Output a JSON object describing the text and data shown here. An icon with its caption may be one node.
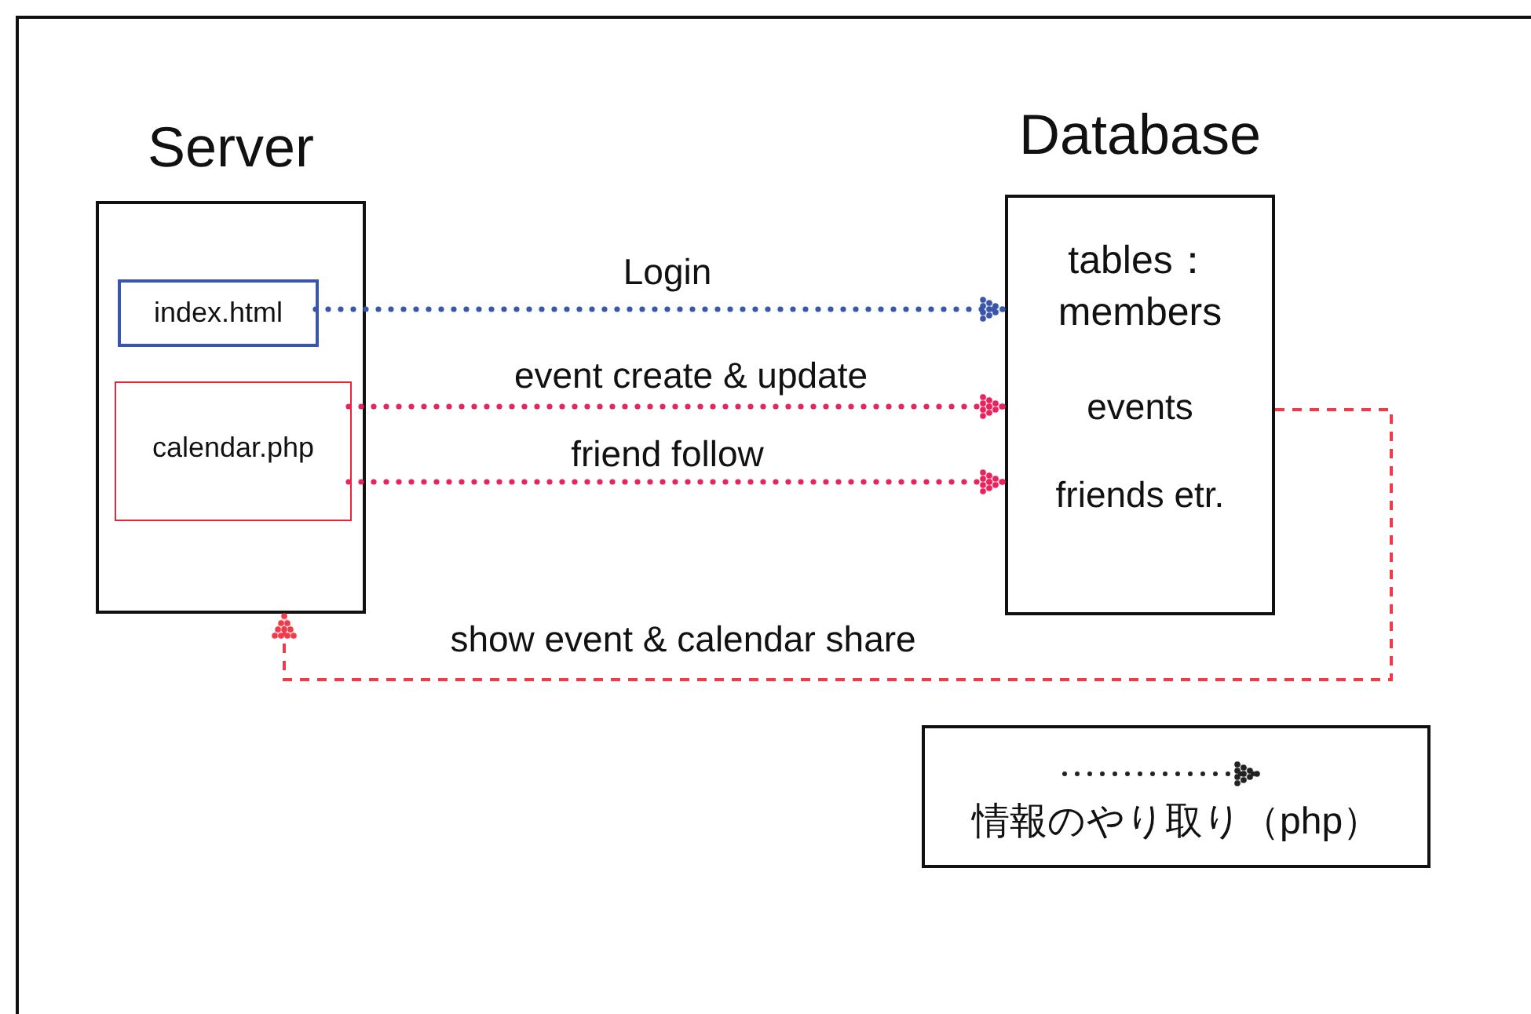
{
  "diagram": {
    "nodes": [
      {
        "text": [
          "Server"
        ]
      },
      {
        "text": [
          "index.html"
        ],
        "in": 0
      },
      {
        "text": [
          "calendar.php"
        ],
        "in": 0
      },
      {
        "text": [
          "Database",
          "tables： members",
          "events",
          "friends etr."
        ]
      }
    ],
    "edges": [
      {
        "from": 1,
        "to": 3,
        "arrow": "to",
        "label": "Login",
        "color": "#3a56a8"
      },
      {
        "from": 2,
        "to": 3,
        "arrow": "to",
        "label": "event create & update"
      },
      {
        "from": 2,
        "to": 3,
        "arrow": "to",
        "label": "friend follow"
      },
      {
        "from": 3,
        "to": 0,
        "arrow": "to",
        "label": "show event & calendar share",
        "style": "dashed",
        "color": "#ef3b4a"
      }
    ],
    "legend": [
      {
        "text": "情報のやり取り（php）"
      }
    ]
  }
}
